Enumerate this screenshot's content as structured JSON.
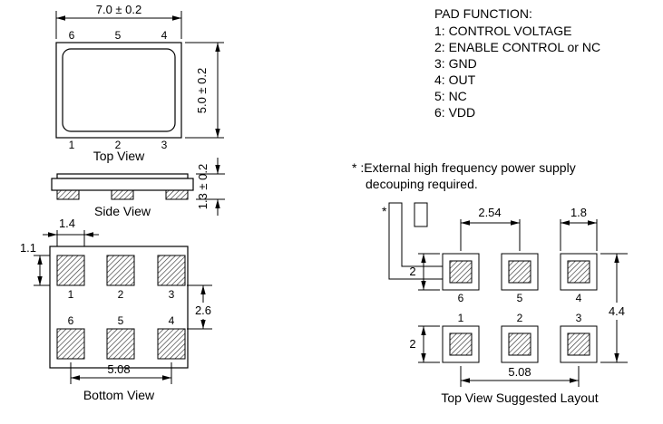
{
  "pad_function": {
    "title": "PAD FUNCTION:",
    "items": [
      "1: CONTROL VOLTAGE",
      "2: ENABLE CONTROL or NC",
      "3: GND",
      "4: OUT",
      "5: NC",
      "6: VDD"
    ]
  },
  "note": {
    "marker": "*",
    "line1": "* :External high frequency power supply",
    "line2": "decouping required."
  },
  "top_view": {
    "label": "Top View",
    "width_dim": "7.0 ± 0.2",
    "height_dim": "5.0 ± 0.2",
    "pins_top": [
      "6",
      "5",
      "4"
    ],
    "pins_bottom": [
      "1",
      "2",
      "3"
    ]
  },
  "side_view": {
    "label": "Side View",
    "thickness_dim": "1.3 ± 0.2"
  },
  "bottom_view": {
    "label": "Bottom View",
    "pad_width_dim": "1.4",
    "pad_height_dim": "1.1",
    "row_gap_dim": "2.6",
    "span_dim": "5.08",
    "pins_top": [
      "1",
      "2",
      "3"
    ],
    "pins_bottom": [
      "6",
      "5",
      "4"
    ]
  },
  "layout_view": {
    "label": "Top View Suggested Layout",
    "pitch_dim": "2.54",
    "pad_width_dim": "1.8",
    "pad_height_top_dim": "2",
    "pad_height_bottom_dim": "2",
    "height_dim": "4.4",
    "span_dim": "5.08",
    "pins_top": [
      "6",
      "5",
      "4"
    ],
    "pins_bottom": [
      "1",
      "2",
      "3"
    ]
  }
}
